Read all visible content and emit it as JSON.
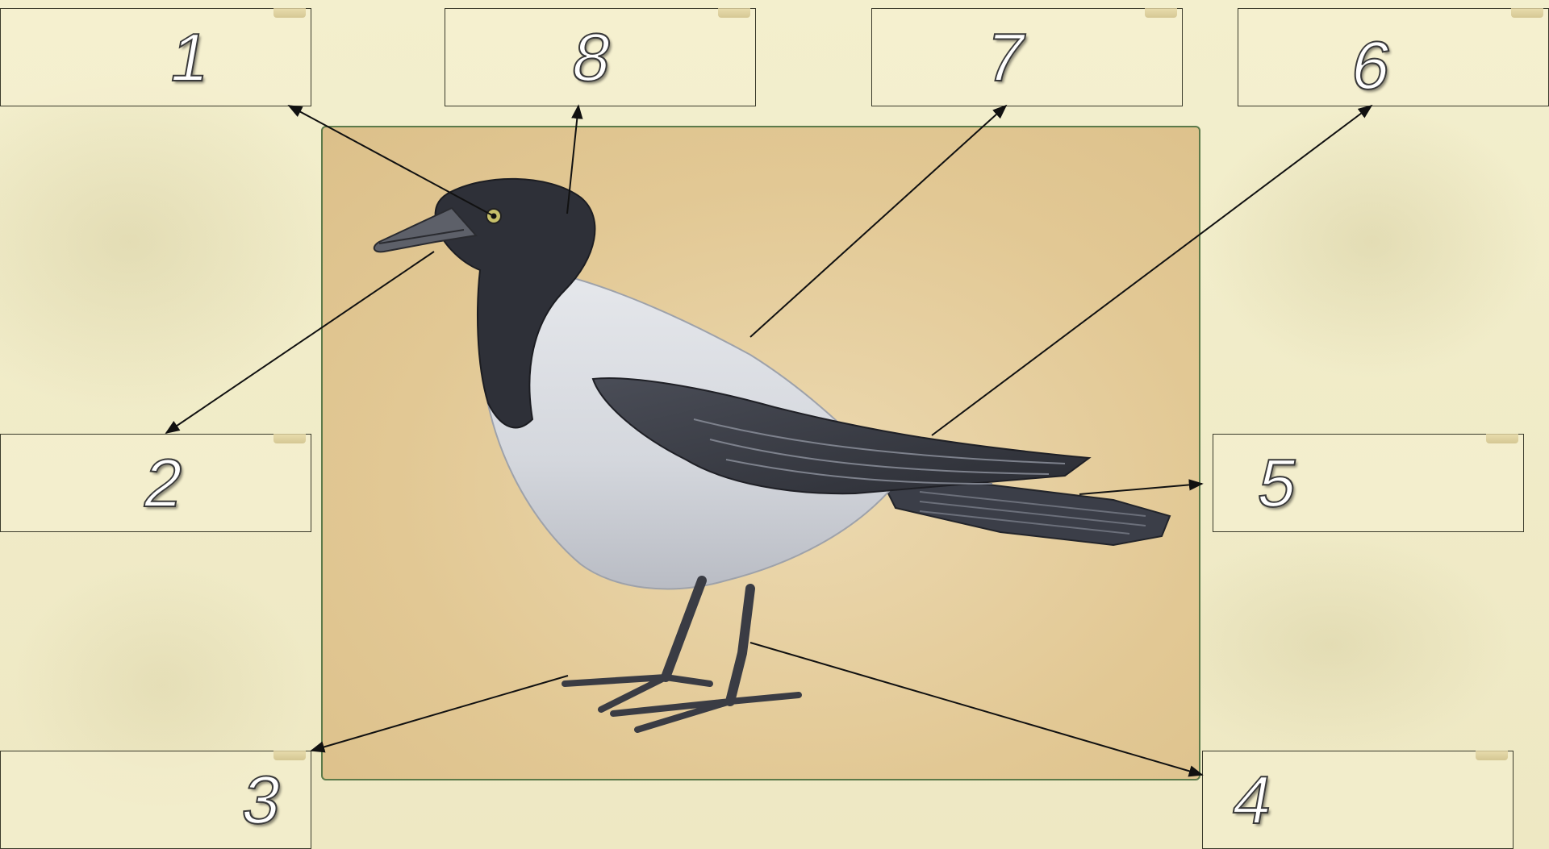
{
  "labels": [
    {
      "id": "1",
      "text": "1"
    },
    {
      "id": "8",
      "text": "8"
    },
    {
      "id": "7",
      "text": "7"
    },
    {
      "id": "6",
      "text": "6"
    },
    {
      "id": "2",
      "text": "2"
    },
    {
      "id": "5",
      "text": "5"
    },
    {
      "id": "3",
      "text": "3"
    },
    {
      "id": "4",
      "text": "4"
    }
  ],
  "colors": {
    "panel_border": "#5c7a4a",
    "arrow": "#111111"
  }
}
